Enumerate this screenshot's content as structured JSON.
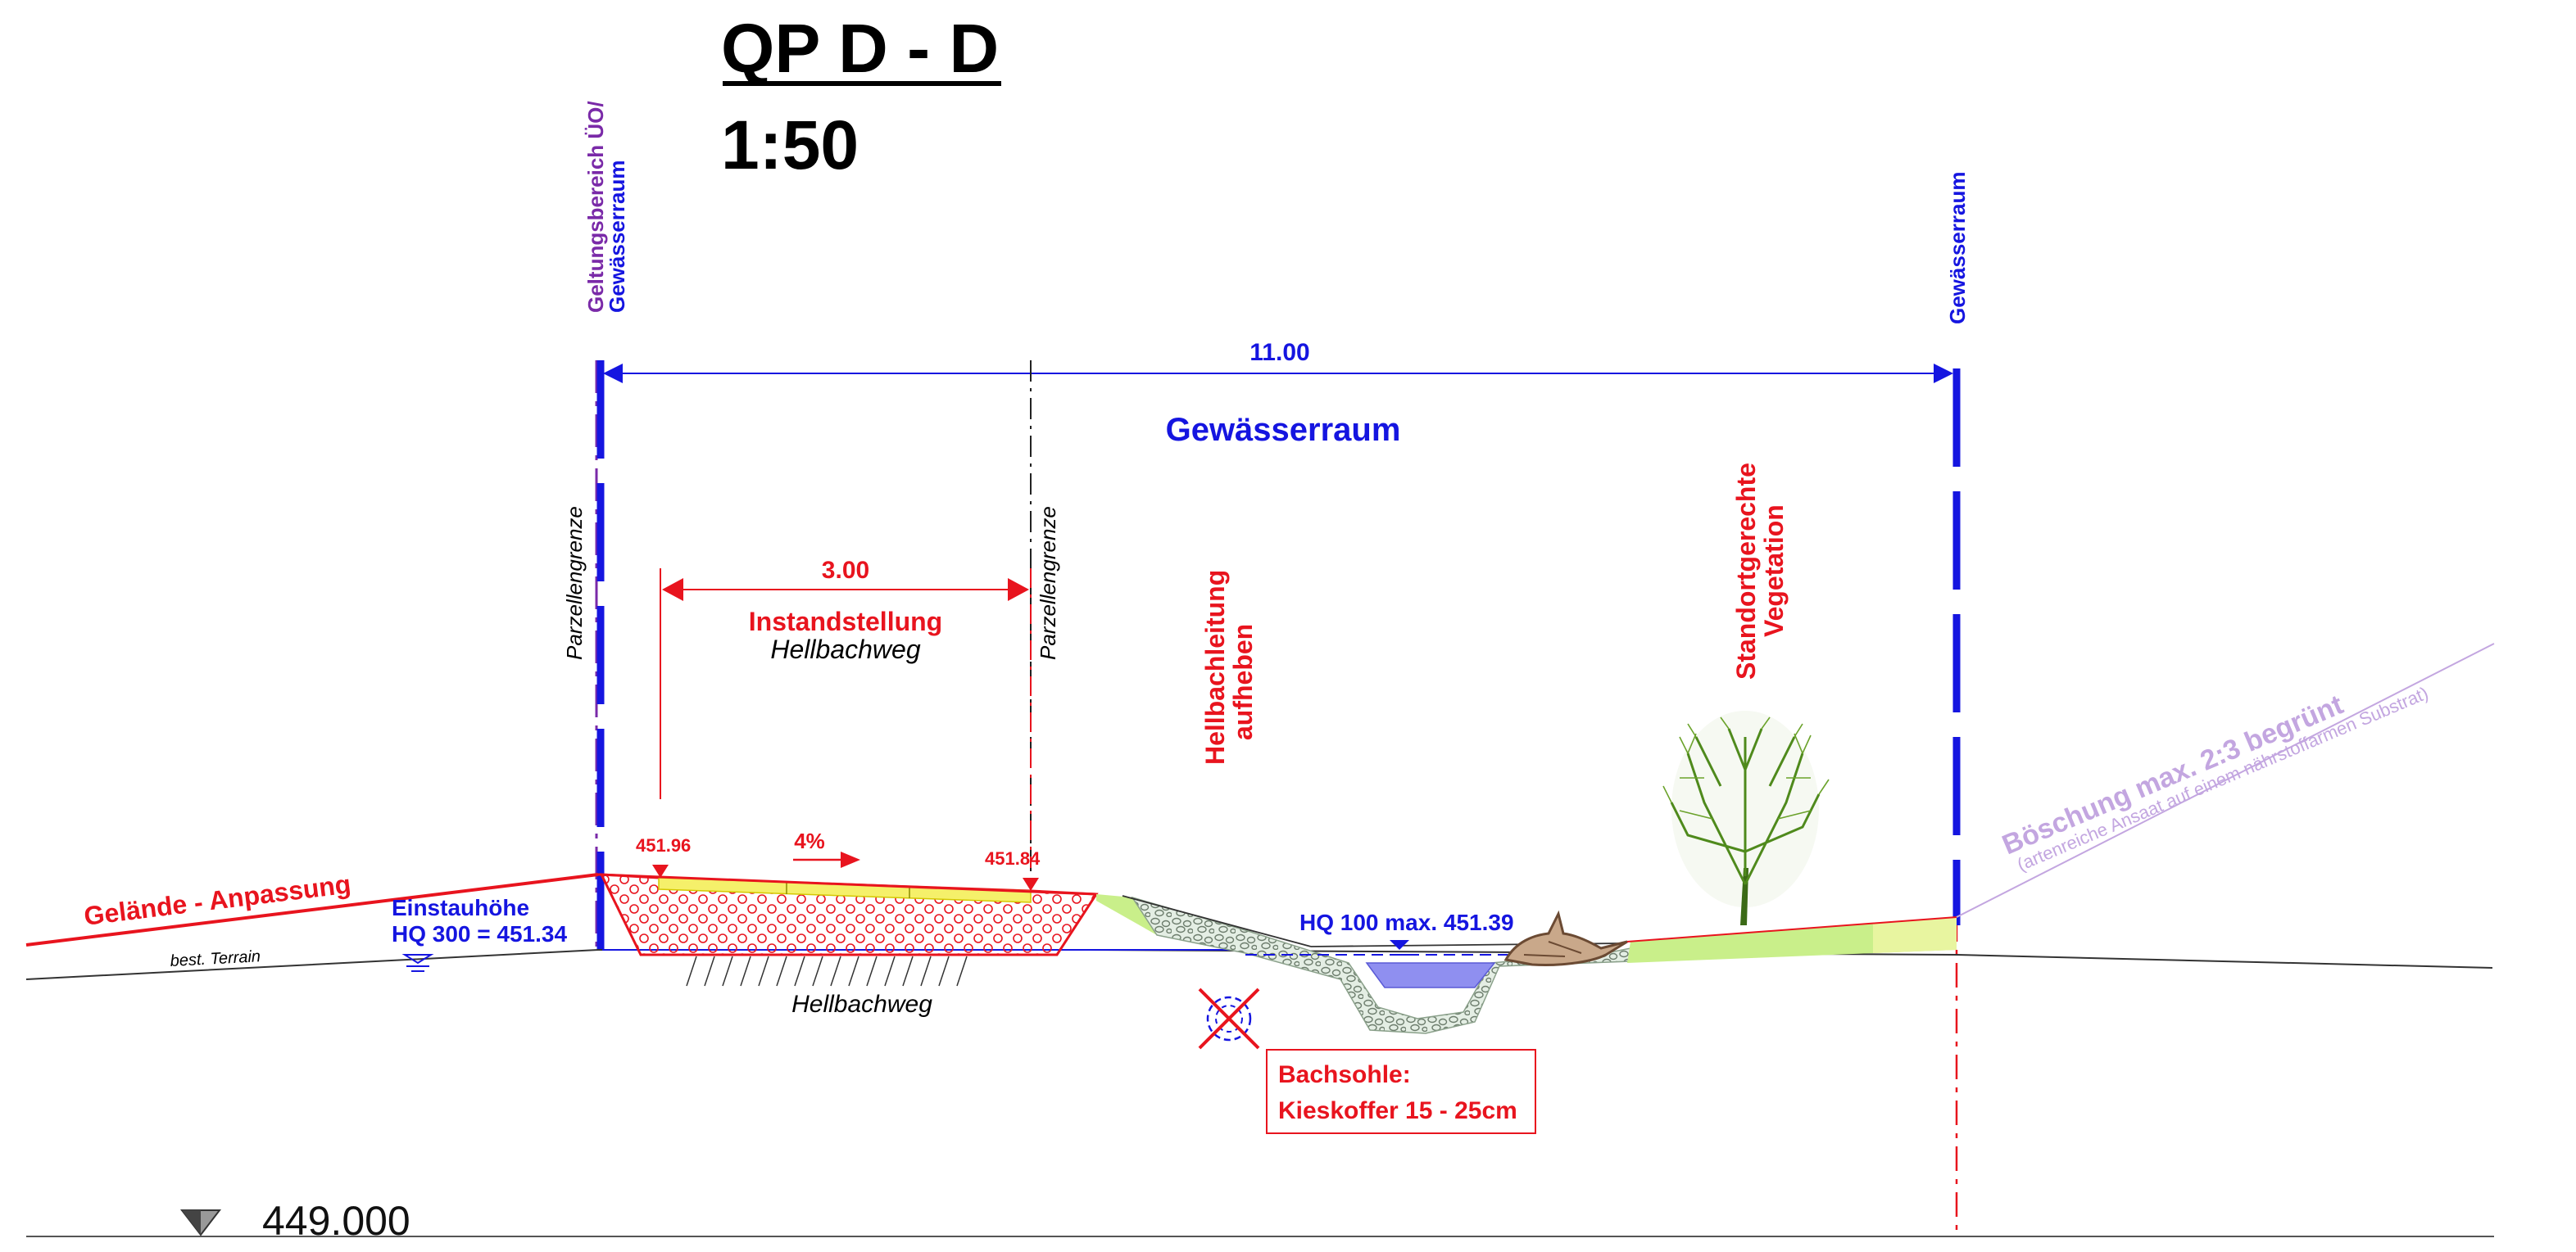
{
  "title": "QP D - D",
  "scale": "1:50",
  "labels": {
    "geltung_line1": "Geltungsbereich ÜO/",
    "geltung_line2": "Gewässerraum",
    "gewasserraum_right": "Gewässerraum",
    "dim_total": "11.00",
    "gewasserraum_main": "Gewässerraum",
    "parzelle_left": "Parzellengrenze",
    "parzelle_mid": "Parzellengrenze",
    "dim_path": "3.00",
    "instand_1": "Instandstellung",
    "instand_2": "Hellbachweg",
    "hellbachleitung_1": "Hellbachleitung",
    "hellbachleitung_2": "aufheben",
    "standort_1": "Standortgerechte",
    "standort_2": "Vegetation",
    "boeschung_1": "Böschung max. 2:3 begrünt",
    "boeschung_2": "(artenreiche Ansaat auf einem nährstoffarmen Substrat)",
    "gelaende": "Gelände - Anpassung",
    "einstau_1": "Einstauhöhe",
    "einstau_2": "HQ 300 = 451.34",
    "best_terrain": "best. Terrain",
    "elev_left": "451.96",
    "elev_right": "451.84",
    "slope": "4%",
    "hq100": "HQ 100 max. 451.39",
    "hellbachweg_bottom": "Hellbachweg",
    "bachsohle_1": "Bachsohle:",
    "bachsohle_2": "Kieskoffer 15 - 25cm",
    "datum": "449.000"
  },
  "colors": {
    "red": "#e8141e",
    "blue": "#1515e0",
    "purple": "#7a2aa8",
    "lavender": "#c3a6e0",
    "yellow": "#f5f06a",
    "green_light": "#c9ef8a",
    "water": "#8f8ff0"
  }
}
